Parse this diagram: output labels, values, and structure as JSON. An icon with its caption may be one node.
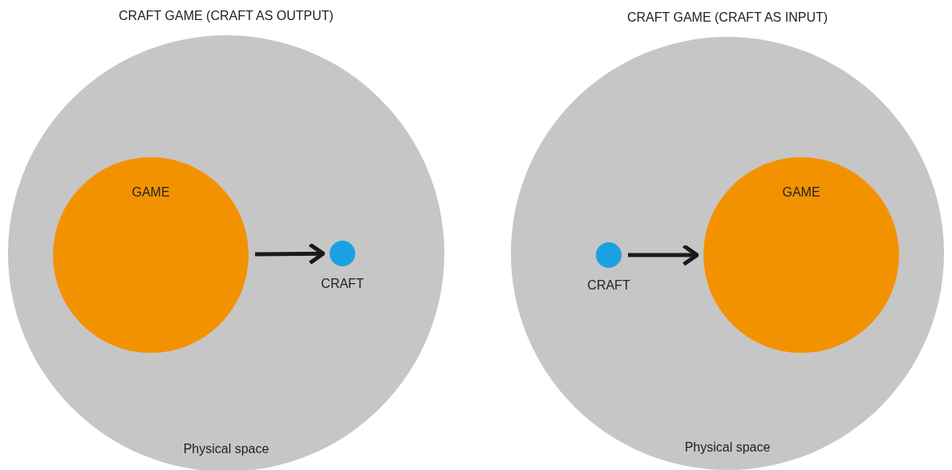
{
  "diagram": {
    "nodes": [
      {
        "text": [
          "CRAFT GAME (CRAFT AS OUTPUT)",
          "Physical space"
        ]
      },
      {
        "text": [
          "GAME"
        ],
        "in": 0
      },
      {
        "text": [],
        "shape": "circle",
        "in": 0,
        "beside": [
          "CRAFT"
        ]
      },
      {
        "text": [
          "CRAFT GAME (CRAFT AS INPUT)",
          "Physical space"
        ]
      },
      {
        "text": [],
        "shape": "circle",
        "in": 3,
        "beside": [
          "CRAFT"
        ]
      },
      {
        "text": [
          "GAME"
        ],
        "in": 3
      }
    ],
    "edges": [
      {
        "from": 1,
        "to": 2,
        "arrow": "to"
      },
      {
        "from": 4,
        "to": 5,
        "arrow": "to"
      }
    ]
  }
}
